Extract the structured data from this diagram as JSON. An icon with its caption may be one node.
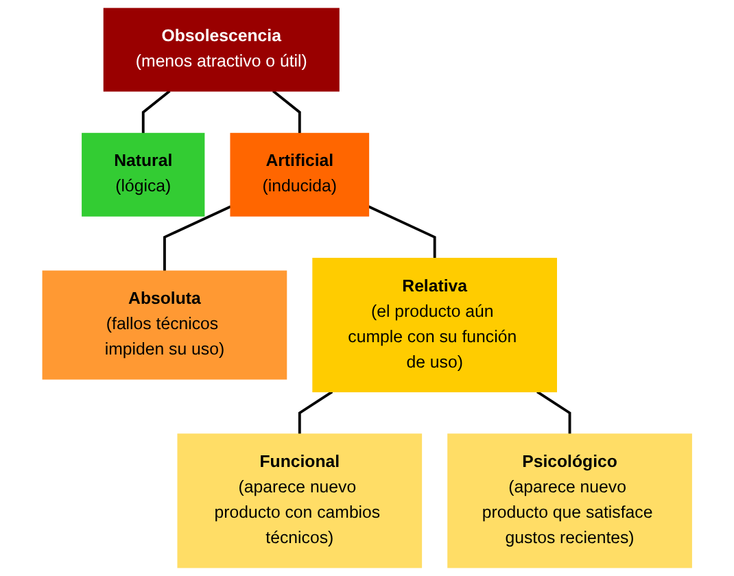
{
  "diagram": {
    "nodes": [
      {
        "text": [
          "Obsolescencia",
          "(menos atractivo o útil)"
        ]
      },
      {
        "text": [
          "Natural",
          "(lógica)"
        ]
      },
      {
        "text": [
          "Artificial",
          "(inducida)"
        ]
      },
      {
        "text": [
          "Absoluta",
          "(fallos técnicos impiden su uso)"
        ]
      },
      {
        "text": [
          "Relativa",
          "(el producto aún cumple con su función de uso)"
        ]
      },
      {
        "text": [
          "Funcional",
          "(aparece nuevo producto con cambios técnicos)"
        ]
      },
      {
        "text": [
          "Psicológico",
          "(aparece nuevo producto que satisface gustos recientes)"
        ]
      }
    ],
    "edges": [
      {
        "from": 0,
        "to": 1,
        "arrow": "none"
      },
      {
        "from": 0,
        "to": 2,
        "arrow": "none"
      },
      {
        "from": 2,
        "to": 3,
        "arrow": "none"
      },
      {
        "from": 2,
        "to": 4,
        "arrow": "none"
      },
      {
        "from": 4,
        "to": 5,
        "arrow": "none"
      },
      {
        "from": 4,
        "to": 6,
        "arrow": "none"
      }
    ]
  }
}
